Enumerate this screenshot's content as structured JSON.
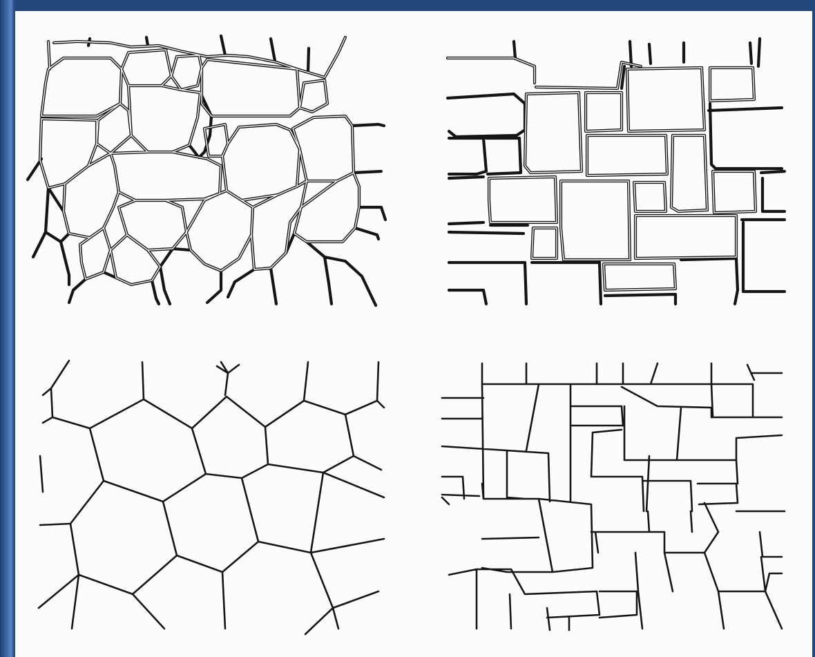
{
  "figure": {
    "background": "#fcfcfa",
    "frame_color": "#24477a",
    "line_color": "#151515",
    "panels": [
      {
        "id": "irregular-stones",
        "style": "double-outline"
      },
      {
        "id": "coursed-blocks",
        "style": "double-outline"
      },
      {
        "id": "hexagonal-cells",
        "style": "single-line"
      },
      {
        "id": "rectangular-slabs",
        "style": "single-line"
      }
    ]
  }
}
